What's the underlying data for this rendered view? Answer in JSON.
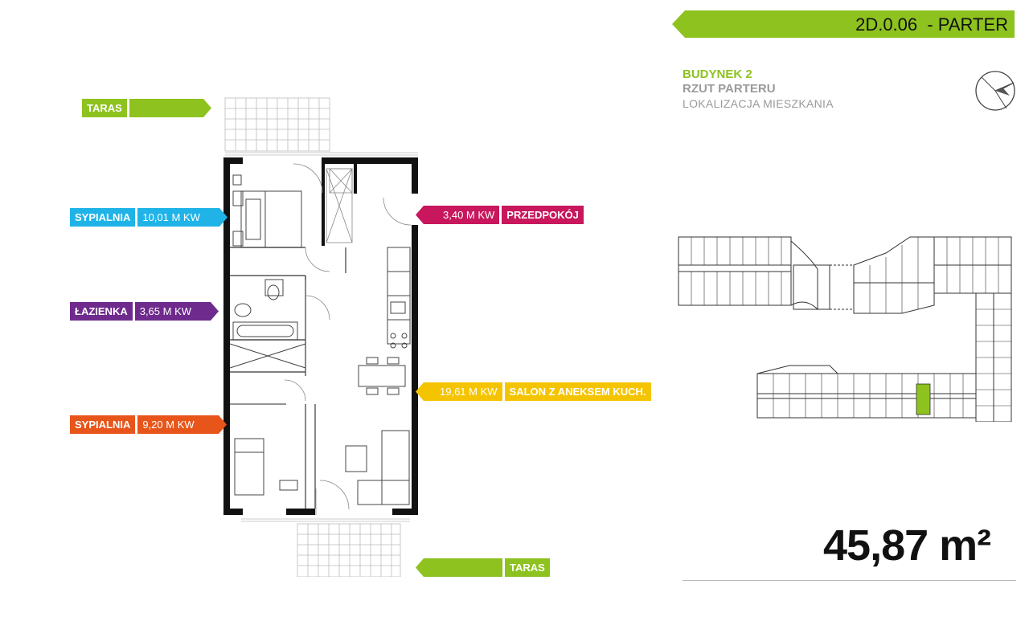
{
  "header": {
    "banner_text": "2D.0.06  - PARTER",
    "banner_color": "#8dc21f"
  },
  "info": {
    "building": "BUDYNEK 2",
    "plan_name": "RZUT PARTERU",
    "location_label": "LOKALIZACJA MIESZKANIA"
  },
  "area": {
    "total": "45,87 m²"
  },
  "rooms": {
    "taras_top": {
      "name": "TARAS",
      "color": "#8dc21f"
    },
    "sypialnia_1": {
      "name": "SYPIALNIA",
      "size": "10,01 M KW",
      "color": "#1fb3e8"
    },
    "przedpokoj": {
      "name": "PRZEDPOKÓJ",
      "size": "3,40 M KW",
      "color": "#c8175d"
    },
    "lazienka": {
      "name": "ŁAZIENKA",
      "size": "3,65 M KW",
      "color": "#6e2a8c"
    },
    "salon": {
      "name": "SALON Z ANEKSEM KUCH.",
      "size": "19,61 M KW",
      "color": "#f5c400"
    },
    "sypialnia_2": {
      "name": "SYPIALNIA",
      "size": "9,20 M KW",
      "color": "#e8551a"
    },
    "taras_bottom": {
      "name": "TARAS",
      "color": "#8dc21f"
    }
  },
  "icons": {
    "compass": "compass-icon",
    "floor_plan": "floor-plan-drawing",
    "key_plan": "building-key-plan"
  },
  "highlight_color": "#8dc21f"
}
